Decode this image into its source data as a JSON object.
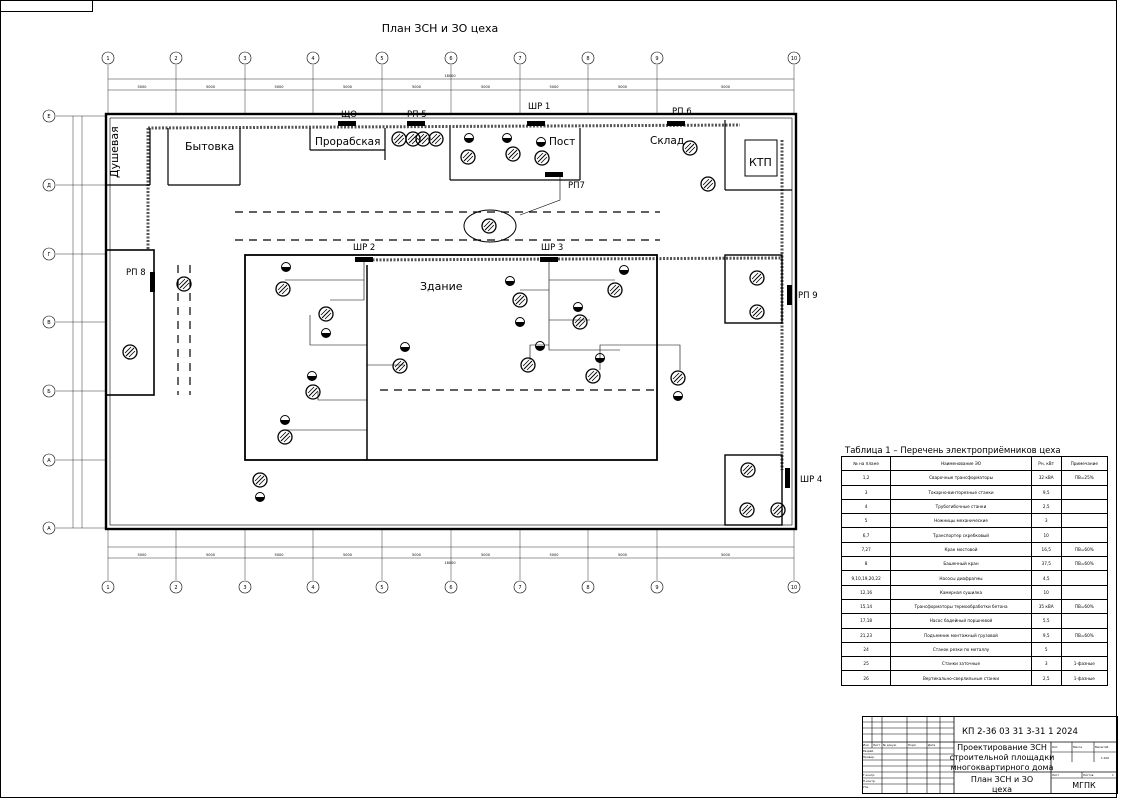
{
  "drawing": {
    "title": "План ЗСН и ЗО цеха",
    "axes_top": [
      "1",
      "2",
      "3",
      "4",
      "5",
      "6",
      "7",
      "8",
      "9",
      "10"
    ],
    "axes_bottom": [
      "1",
      "2",
      "3",
      "4",
      "5",
      "6",
      "7",
      "8",
      "9",
      "10"
    ],
    "axes_left": [
      "Е",
      "Д",
      "Г",
      "В",
      "Б",
      "А",
      "А"
    ],
    "dim_span": "5000",
    "dim_total": "18000",
    "rooms": {
      "shower": "Душевая",
      "shed": "Бытовка",
      "foreman": "Прорабская",
      "post": "Пост",
      "warehouse": "Склад",
      "ktp": "КТП",
      "building": "Здание"
    },
    "panels": {
      "shch0": "ЩО",
      "rp5": "РП 5",
      "shr1": "ШР 1",
      "rp6": "РП 6",
      "rp7": "РП7",
      "rp8": "РП 8",
      "shr2": "ШР 2",
      "shr3": "ШР 3",
      "rp9": "РП 9",
      "shr4": "ШР 4"
    }
  },
  "table1": {
    "caption": "Таблица 1 – Перечень электроприёмников цеха",
    "headers": [
      "№ на плане",
      "Наименование ЭО",
      "Рн, кВт",
      "Примечание"
    ],
    "rows": [
      [
        "1,2",
        "Сварочные трансформаторы",
        "32 кВА",
        "ПВ=25%"
      ],
      [
        "3",
        "Токарно-винторезные станки",
        "9,5",
        ""
      ],
      [
        "4",
        "Трубогибочные станки",
        "2,5",
        ""
      ],
      [
        "5",
        "Ножницы механические",
        "3",
        ""
      ],
      [
        "6,7",
        "Транспортер скребковый",
        "10",
        ""
      ],
      [
        "7,27",
        "Кран мостовой",
        "16,5",
        "ПВ=60%"
      ],
      [
        "8",
        "Башенный кран",
        "37,5",
        "ПВ=60%"
      ],
      [
        "9,10,19,20,22",
        "Насосы диафрагмы",
        "4,5",
        ""
      ],
      [
        "12,16",
        "Камерная сушилка",
        "10",
        ""
      ],
      [
        "15,14",
        "Трансформаторы термообработки бетона",
        "35 кВА",
        "ПВ=60%"
      ],
      [
        "17,18",
        "Насос бадейный поршневой",
        "5,5",
        ""
      ],
      [
        "21,23",
        "Подъемник монтажный грузовой",
        "9,5",
        "ПВ=60%"
      ],
      [
        "24",
        "Станок резки по металлу",
        "5",
        ""
      ],
      [
        "25",
        "Станки заточные",
        "3",
        "1-фазные"
      ],
      [
        "26",
        "Вертикально-сверлильные станки",
        "2,5",
        "1-фазные"
      ]
    ]
  },
  "stamp": {
    "code": "КП 2-36 03 31 3-31 1 2024",
    "project": [
      "Проектирование ЗСН",
      "строительной площадки",
      "многоквартирного дома"
    ],
    "sheet_title": [
      "План ЗСН и ЗО",
      "цеха"
    ],
    "org": "МГПК",
    "h_lit": "Лит.",
    "h_mass": "Масса",
    "h_scale": "Масштаб",
    "h_sheet": "Лист",
    "h_sheets": "Листов",
    "scale_val": "1:100",
    "sheet_count": "1",
    "row_labels": [
      "Изм",
      "Лист",
      "№ докум.",
      "Подп.",
      "Дата"
    ],
    "roles": [
      "Разраб.",
      "Провер.",
      "Т.контр.",
      "Н.контр.",
      "Утв."
    ]
  }
}
